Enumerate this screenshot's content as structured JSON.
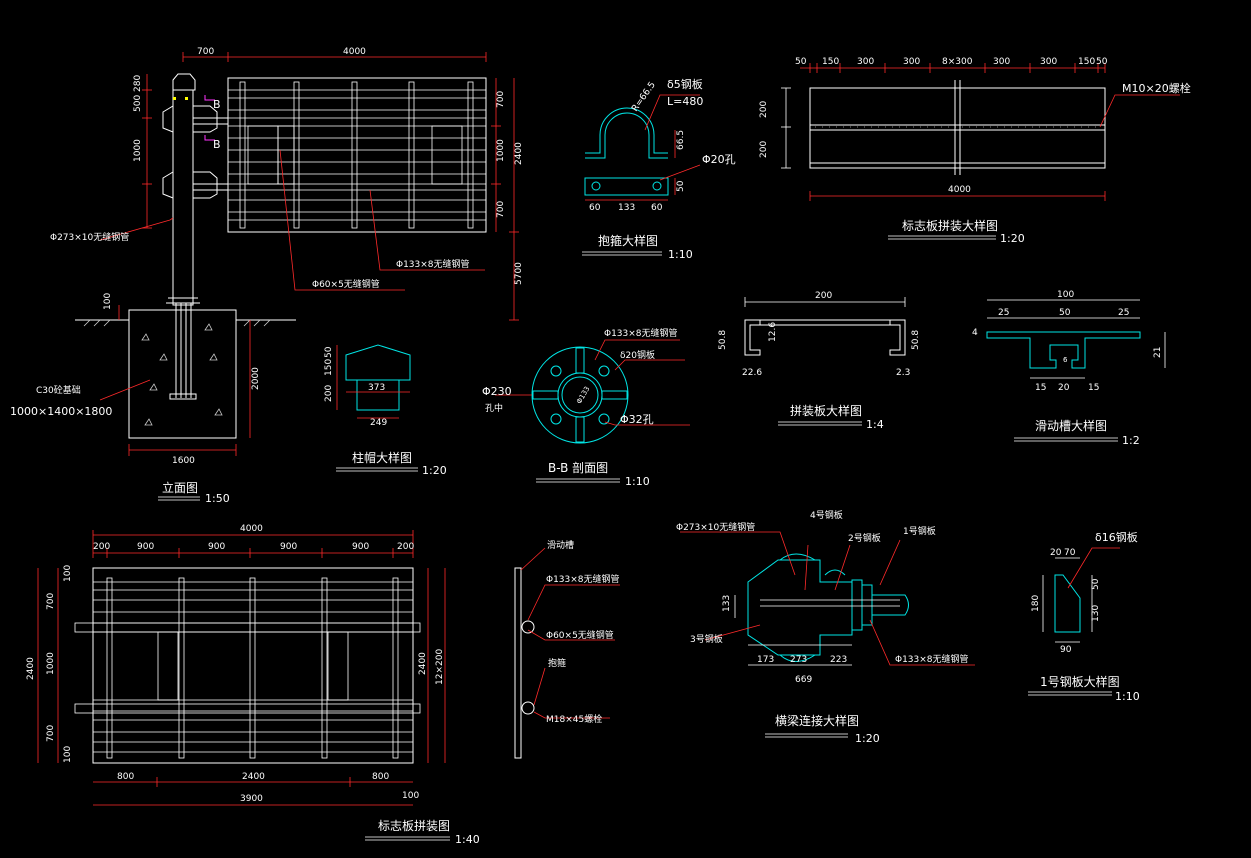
{
  "colors": {
    "background": "#000000",
    "outline": "#ffffff",
    "dimension": "#ff2a2a",
    "annotation": "#ffffff",
    "section": "#00e5e5",
    "magenta": "#ff33ff",
    "yellow": "#ffff00"
  },
  "elevation": {
    "title": "立面图",
    "scale": "1:50",
    "dims": [
      "700",
      "4000",
      "280",
      "500",
      "1000",
      "700",
      "1000",
      "2400",
      "700",
      "5700",
      "100",
      "2000",
      "1600"
    ],
    "section_marks": [
      "B",
      "B"
    ],
    "labels": {
      "pipe273": "Φ273×10无缝钢管",
      "pipe60": "Φ60×5无缝钢管",
      "pipe133": "Φ133×8无缝钢管",
      "foundation": "C30砼基础",
      "foundation_size": "1000×1400×1800"
    }
  },
  "cap": {
    "title": "柱帽大样图",
    "scale": "1:20",
    "dims": [
      "50",
      "150",
      "200",
      "373",
      "249"
    ]
  },
  "section_bb": {
    "title": "B-B 剖面图",
    "scale": "1:10",
    "labels": {
      "pipe133": "Φ133×8无缝钢管",
      "plate": "δ20钢板",
      "hole_circle": "Φ230",
      "hole_circle_sub": "孔中",
      "hole": "Φ32孔",
      "pipe": "Φ133"
    }
  },
  "hoop": {
    "title": "抱箍大样图",
    "scale": "1:10",
    "labels": {
      "plate": "δ5钢板",
      "length": "L=480",
      "radius": "R=66.5",
      "hole": "Φ20孔"
    },
    "dims": [
      "66.5",
      "50",
      "60",
      "133",
      "60"
    ]
  },
  "panel_assembly": {
    "title": "标志板拼装大样图",
    "scale": "1:20",
    "top_dims": [
      "50",
      "150",
      "300",
      "300",
      "8×300",
      "300",
      "300",
      "150",
      "50"
    ],
    "side_dims": [
      "200",
      "200"
    ],
    "bottom_dim": "4000",
    "bolt": "M10×20螺栓"
  },
  "splice_plate": {
    "title": "拼装板大样图",
    "scale": "1:4",
    "dims": [
      "200",
      "50.8",
      "12.6",
      "50.8",
      "22.6",
      "2.3"
    ]
  },
  "slide_groove": {
    "title": "滑动槽大样图",
    "scale": "1:2",
    "dims": [
      "100",
      "25",
      "50",
      "25",
      "4",
      "21",
      "6",
      "15",
      "20",
      "15"
    ]
  },
  "board": {
    "title": "标志板拼装图",
    "scale": "1:40",
    "top_dims": [
      "4000",
      "200",
      "900",
      "900",
      "900",
      "900",
      "200"
    ],
    "left_dims": [
      "100",
      "700",
      "2400",
      "1000",
      "700",
      "100"
    ],
    "right_dims": [
      "2400",
      "12×200"
    ],
    "bottom_dims": [
      "800",
      "2400",
      "800",
      "3900",
      "100"
    ]
  },
  "side_section": {
    "labels": {
      "groove": "滑动槽",
      "pipe133": "Φ133×8无缝钢管",
      "pipe60": "Φ60×5无缝钢管",
      "hoop": "抱箍",
      "bolt": "M18×45螺栓"
    }
  },
  "beam_joint": {
    "title": "横梁连接大样图",
    "scale": "1:20",
    "labels": {
      "pipe273": "Φ273×10无缝钢管",
      "plate4": "4号钢板",
      "plate2": "2号钢板",
      "plate1": "1号钢板",
      "plate3": "3号钢板",
      "pipe133": "Φ133×8无缝钢管"
    },
    "dims": [
      "133",
      "173",
      "273",
      "223",
      "669"
    ]
  },
  "plate1": {
    "title": "1号钢板大样图",
    "scale": "1:10",
    "label": "δ16钢板",
    "dims": [
      "20",
      "70",
      "50",
      "180",
      "130",
      "90"
    ]
  }
}
